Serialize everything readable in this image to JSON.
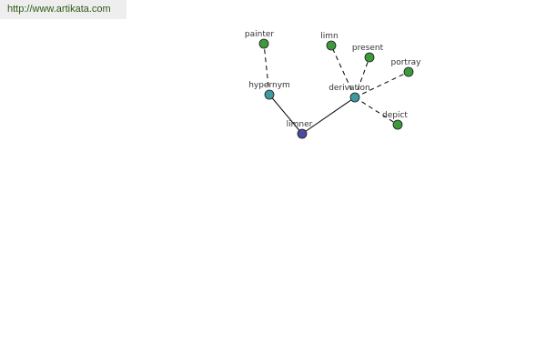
{
  "site_link": {
    "text": "http://www.artikata.com",
    "color": "#2d5a16"
  },
  "colors": {
    "root_node": "#4a4aa0",
    "relation_node": "#3f9aa0",
    "word_node": "#3c9a3c",
    "node_stroke": "#1a1a1a",
    "edge": "#000000"
  },
  "graph": {
    "nodes": [
      {
        "id": "limner",
        "label": "limner",
        "kind": "root"
      },
      {
        "id": "hypernym",
        "label": "hypernym",
        "kind": "relation"
      },
      {
        "id": "derivation",
        "label": "derivation",
        "kind": "relation"
      },
      {
        "id": "painter",
        "label": "painter",
        "kind": "word"
      },
      {
        "id": "limn",
        "label": "limn",
        "kind": "word"
      },
      {
        "id": "present",
        "label": "present",
        "kind": "word"
      },
      {
        "id": "portray",
        "label": "portray",
        "kind": "word"
      },
      {
        "id": "depict",
        "label": "depict",
        "kind": "word"
      }
    ],
    "edges": [
      {
        "from": "limner",
        "to": "hypernym",
        "style": "solid"
      },
      {
        "from": "limner",
        "to": "derivation",
        "style": "solid"
      },
      {
        "from": "hypernym",
        "to": "painter",
        "style": "dashed"
      },
      {
        "from": "derivation",
        "to": "limn",
        "style": "dashed"
      },
      {
        "from": "derivation",
        "to": "present",
        "style": "dashed"
      },
      {
        "from": "derivation",
        "to": "portray",
        "style": "dashed"
      },
      {
        "from": "derivation",
        "to": "depict",
        "style": "dashed"
      }
    ]
  }
}
